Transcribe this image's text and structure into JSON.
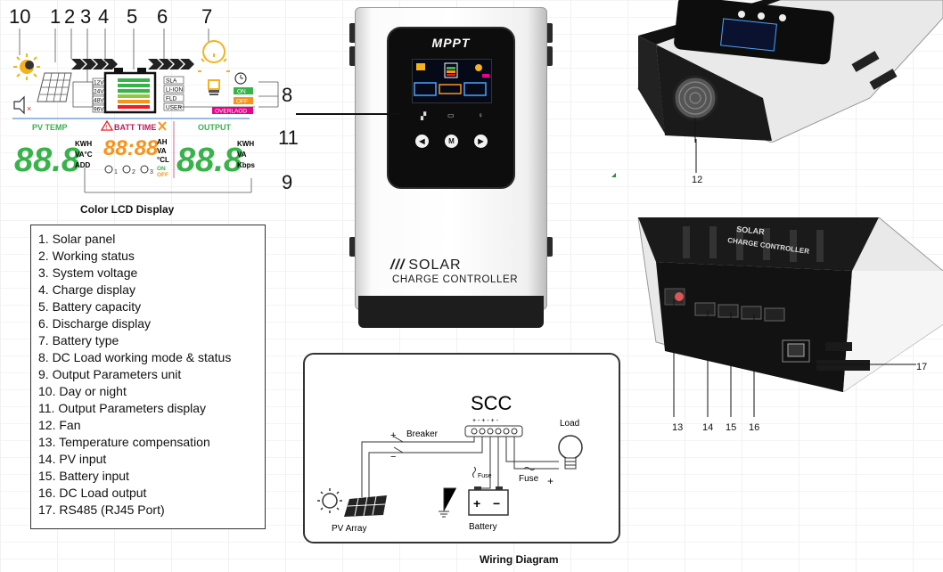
{
  "lcd": {
    "top_numbers": [
      "10",
      "1",
      "2",
      "3",
      "4",
      "5",
      "6",
      "7"
    ],
    "side_numbers": [
      "8",
      "11",
      "9"
    ],
    "battery_types": [
      "SLA",
      "LI-ION",
      "FLD",
      "USER"
    ],
    "voltages": [
      "12V",
      "24V",
      "48V",
      "96V"
    ],
    "status": {
      "on": "ON",
      "off": "OFF",
      "overload": "OVERLAOD"
    },
    "pv_temp": "PV TEMP",
    "batt_time": "BATT TIME",
    "output": "OUTPUT",
    "big_digits": "88.8",
    "small_digits": "88:88",
    "units_left": [
      "KWH",
      "VA°C",
      "ADD"
    ],
    "units_mid": [
      "AH",
      "VA",
      "°CL"
    ],
    "units_right": [
      "KWH",
      "VA",
      "Kbps"
    ],
    "mid_status": [
      "ON",
      "OFF"
    ],
    "load_marks": [
      "1",
      "2",
      "3"
    ],
    "caption": "Color LCD Display"
  },
  "legend": {
    "items": [
      "1. Solar panel",
      "2. Working status",
      "3. System voltage",
      "4. Charge display",
      "5. Battery capacity",
      "6. Discharge display",
      "7. Battery type",
      "8. DC Load working mode & status",
      "9. Output Parameters unit",
      "10. Day or night",
      "11. Output Parameters display",
      "12. Fan",
      "13. Temperature compensation",
      "14. PV input",
      "15. Battery input",
      "16. DC Load output",
      "17. RS485  (RJ45 Port)"
    ]
  },
  "controller": {
    "badge": "MPPT",
    "brand": "SOLAR",
    "brand_mark": "///",
    "subtitle": "CHARGE CONTROLLER",
    "buttons": [
      "◀",
      "M",
      "▶"
    ]
  },
  "photos": {
    "fan_num": "12",
    "port_nums": [
      "13",
      "14",
      "15",
      "16"
    ],
    "rj45_num": "17",
    "top_label": "SOLAR",
    "top_label2": "CHARGE CONTROLLER"
  },
  "wiring": {
    "scc": "SCC",
    "terminals": "+ - + - + -",
    "breaker": "Breaker",
    "plus": "+",
    "minus": "−",
    "load": "Load",
    "fuse1": "Fuse",
    "fuse2": "Fuse",
    "pv_array": "PV Array",
    "battery": "Battery",
    "title": "Wiring Diagram"
  }
}
